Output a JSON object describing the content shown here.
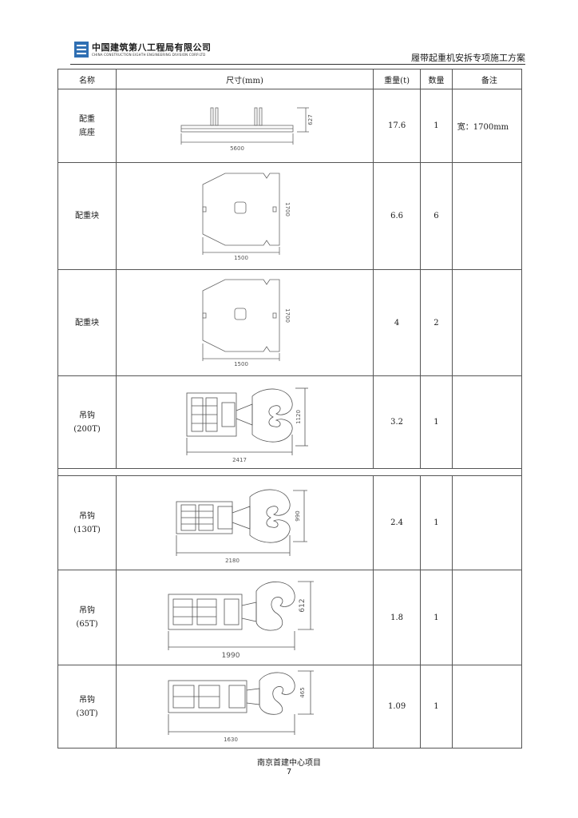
{
  "header": {
    "company_cn": "中国建筑第八工程局有限公司",
    "company_en": "CHINA CONSTRUCTION EIGHTH ENGINEERING DIVISION CORP.LTD",
    "logo_icon": "company-logo-icon",
    "document_title": "履带起重机安拆专项施工方案"
  },
  "table": {
    "columns": [
      "名称",
      "尺寸(mm)",
      "重量(t)",
      "数量",
      "备注"
    ],
    "rows": [
      {
        "name_lines": [
          "配重",
          "底座"
        ],
        "weight": "17.6",
        "qty": "1",
        "note": "宽：1700mm",
        "dims": {
          "length": "5600",
          "height": "627"
        }
      },
      {
        "name_lines": [
          "配重块"
        ],
        "weight": "6.6",
        "qty": "6",
        "note": "",
        "dims": {
          "length": "1500",
          "height": "1700"
        }
      },
      {
        "name_lines": [
          "配重块"
        ],
        "weight": "4",
        "qty": "2",
        "note": "",
        "dims": {
          "length": "1500",
          "height": "1700"
        }
      },
      {
        "name_lines": [
          "吊钩",
          "(200T)"
        ],
        "weight": "3.2",
        "qty": "1",
        "note": "",
        "dims": {
          "length": "2417",
          "height": "1120"
        }
      },
      {
        "name_lines": [
          "吊钩",
          "(130T)"
        ],
        "weight": "2.4",
        "qty": "1",
        "note": "",
        "dims": {
          "length": "2180",
          "height": "990"
        }
      },
      {
        "name_lines": [
          "吊钩",
          "(65T)"
        ],
        "weight": "1.8",
        "qty": "1",
        "note": "",
        "dims": {
          "length": "1990",
          "height": "612"
        }
      },
      {
        "name_lines": [
          "吊钩",
          "(30T)"
        ],
        "weight": "1.09",
        "qty": "1",
        "note": "",
        "dims": {
          "length": "1630",
          "height": "465"
        }
      }
    ]
  },
  "footer": {
    "project": "南京首建中心项目",
    "page_number": "7"
  }
}
